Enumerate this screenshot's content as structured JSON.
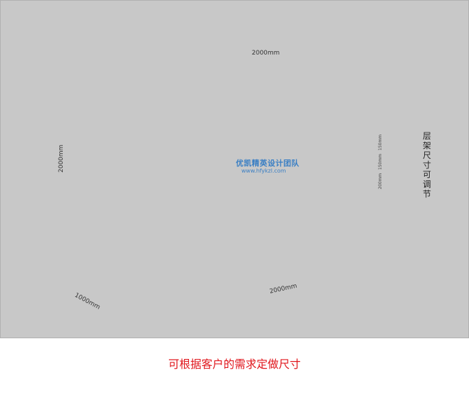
{
  "dimensions": {
    "width_top": "2000mm",
    "height_left": "2000mm",
    "depth_bottom_left": "1000mm",
    "width_bottom_right": "2000mm"
  },
  "shelf_spacing": [
    "150mm",
    "150mm",
    "200mm"
  ],
  "side_note": "层架尺寸可调节",
  "watermark": {
    "text": "优凯精英设计团队",
    "url": "www.hfykzl.com"
  },
  "caption": "可根据客户的需求定做尺寸"
}
